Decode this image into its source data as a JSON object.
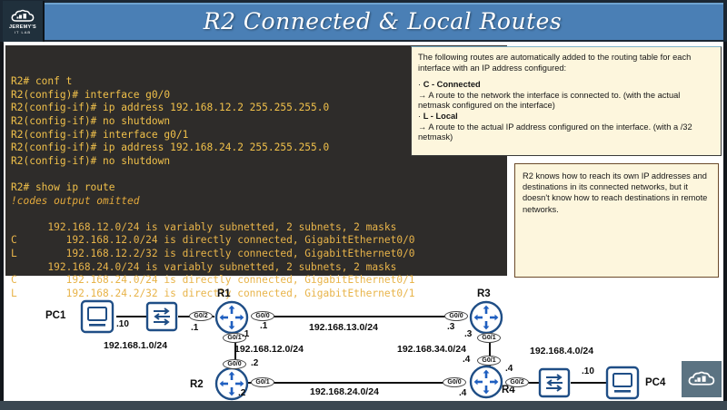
{
  "header": {
    "title": "R2 Connected & Local Routes",
    "logo_line1": "JEREMY'S",
    "logo_line2": "IT LAB",
    "logo_icon": "cloud-icon",
    "bar_color": "#4a7fb5"
  },
  "terminal": {
    "lines": [
      {
        "type": "cmd",
        "text": "R2# conf t"
      },
      {
        "type": "cmd",
        "text": "R2(config)# interface g0/0"
      },
      {
        "type": "cmd",
        "text": "R2(config-if)# ip address 192.168.12.2 255.255.255.0"
      },
      {
        "type": "cmd",
        "text": "R2(config-if)# no shutdown"
      },
      {
        "type": "cmd",
        "text": "R2(config-if)# interface g0/1"
      },
      {
        "type": "cmd",
        "text": "R2(config-if)# ip address 192.168.24.2 255.255.255.0"
      },
      {
        "type": "cmd",
        "text": "R2(config-if)# no shutdown"
      },
      {
        "type": "blank",
        "text": ""
      },
      {
        "type": "cmd",
        "text": "R2# show ip route"
      },
      {
        "type": "cmt",
        "text": "!codes output omitted"
      },
      {
        "type": "blank",
        "text": ""
      },
      {
        "type": "out",
        "text": "      192.168.12.0/24 is variably subnetted, 2 subnets, 2 masks"
      },
      {
        "type": "out",
        "text": "C        192.168.12.0/24 is directly connected, GigabitEthernet0/0"
      },
      {
        "type": "out",
        "text": "L        192.168.12.2/32 is directly connected, GigabitEthernet0/0"
      },
      {
        "type": "out",
        "text": "      192.168.24.0/24 is variably subnetted, 2 subnets, 2 masks"
      },
      {
        "type": "out",
        "text": "C        192.168.24.0/24 is directly connected, GigabitEthernet0/1"
      },
      {
        "type": "out",
        "text": "L        192.168.24.2/32 is directly connected, GigabitEthernet0/1"
      }
    ]
  },
  "callout_top": {
    "intro": "The following routes are automatically added to the routing table for each interface with an IP address configured:",
    "item1_bullet": "·",
    "item1_title": "C - Connected",
    "item1_arrow": "→",
    "item1_text": "A route to the network the interface is connected to. (with the actual netmask configured on the interface)",
    "item2_bullet": "·",
    "item2_title": "L - Local",
    "item2_arrow": "→",
    "item2_text": "A route to the actual IP address configured on the interface. (with a /32 netmask)"
  },
  "callout_bottom": {
    "text": "R2 knows how to reach its own IP addresses and destinations in its connected networks, but it doesn't know how to reach destinations in remote networks."
  },
  "topology": {
    "devices": {
      "pc1": "PC1",
      "pc4": "PC4",
      "r1": "R1",
      "r2": "R2",
      "r3": "R3",
      "r4": "R4"
    },
    "networks": {
      "pc1_lan": "192.168.1.0/24",
      "r1_r2": "192.168.12.0/24",
      "r1_r3": "192.168.13.0/24",
      "r2_r4": "192.168.24.0/24",
      "r3_r4": "192.168.34.0/24",
      "pc4_lan": "192.168.4.0/24"
    },
    "interfaces": {
      "r1_g02": "G0/2",
      "r1_g00": "G0/0",
      "r1_g01": "G0/1",
      "r2_g00": "G0/0",
      "r2_g01": "G0/1",
      "r3_g00": "G0/0",
      "r3_g01": "G0/1",
      "r4_g01": "G0/1",
      "r4_g00": "G0/0",
      "r4_g02": "G0/2"
    },
    "hosts": {
      "pc1_ip": ".10",
      "r1_g02_ip": ".1",
      "r1_g00_ip": ".1",
      "r1_g01_ip": ".1",
      "r2_g00_ip": ".2",
      "r2_g01_ip": ".2",
      "r3_g00_ip": ".3",
      "r3_g01_ip": ".3",
      "r4_g01_ip": ".4",
      "r4_g00_ip": ".4",
      "r4_g02_ip": ".4",
      "pc4_ip": ".10"
    }
  },
  "corner_logo": {
    "icon": "cloud-icon"
  }
}
